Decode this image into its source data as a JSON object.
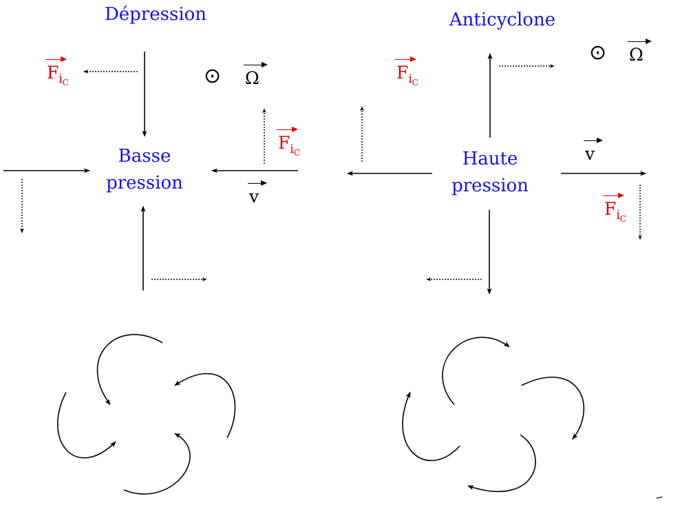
{
  "left": {
    "title": "Dépression",
    "center_line1": "Basse",
    "center_line2": "pression",
    "force_symbol": "F",
    "force_sub": "i",
    "force_subsub": "C",
    "velocity_symbol": "v",
    "omega_symbol": "Ω",
    "dot_symbol": "⊙"
  },
  "right": {
    "title": "Anticyclone",
    "center_line1": "Haute",
    "center_line2": "pression",
    "force_symbol": "F",
    "force_sub": "i",
    "force_subsub": "C",
    "velocity_symbol": "v",
    "omega_symbol": "Ω",
    "dot_symbol": "⊙"
  },
  "colors": {
    "label_blue": "#1414e0",
    "force_red": "#e00000",
    "arrow_black": "#000000"
  }
}
